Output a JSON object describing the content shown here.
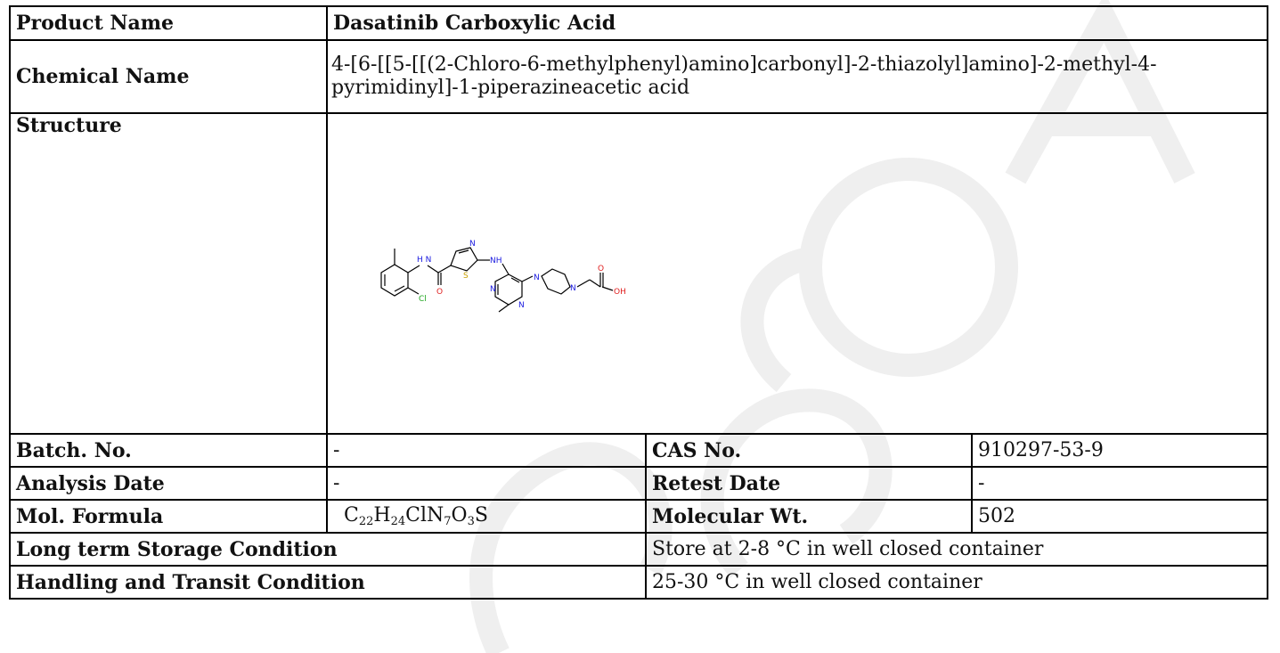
{
  "document": {
    "product_name_label": "Product Name",
    "product_name": "Dasatinib Carboxylic Acid",
    "chemical_name_label": "Chemical Name",
    "chemical_name": "4-[6-[[5-[[(2-Chloro-6-methylphenyl)amino]carbonyl]-2-thiazolyl]amino]-2-methyl-4-pyrimidinyl]-1-piperazineacetic acid",
    "structure_label": "Structure",
    "structure_atoms": {
      "nh_amide": "H\nN",
      "o_amide": "O",
      "n_thiazole": "N",
      "s_thiazole": "S",
      "nh_amine": "NH",
      "n_pyr1": "N",
      "n_pyr2": "N",
      "n_pip1": "N",
      "n_pip2": "N",
      "o_acid": "O",
      "oh_acid": "OH",
      "cl": "Cl"
    },
    "batch_no_label": "Batch. No.",
    "batch_no": "-",
    "cas_no_label": "CAS No.",
    "cas_no": "910297-53-9",
    "analysis_date_label": "Analysis Date",
    "analysis_date": "-",
    "retest_date_label": "Retest Date",
    "retest_date": "-",
    "mol_formula_label": "Mol. Formula",
    "mol_formula": {
      "c": "C",
      "c_n": "22",
      "h": "H",
      "h_n": "24",
      "cln": "ClN",
      "n_n": "7",
      "o": "O",
      "o_n": "3",
      "s": "S"
    },
    "molecular_wt_label": "Molecular Wt.",
    "molecular_wt": "502",
    "storage_label": "Long term Storage Condition",
    "storage_value": "Store at 2-8 °C in well closed container",
    "handling_label": "Handling and Transit Condition",
    "handling_value": "25-30 °C in well closed container"
  },
  "colors": {
    "watermark": "#efefef",
    "nitrogen": "#1a1adf",
    "oxygen": "#e02020",
    "sulfur": "#c8a000",
    "chlorine": "#1fa61f",
    "bond": "#000000"
  }
}
